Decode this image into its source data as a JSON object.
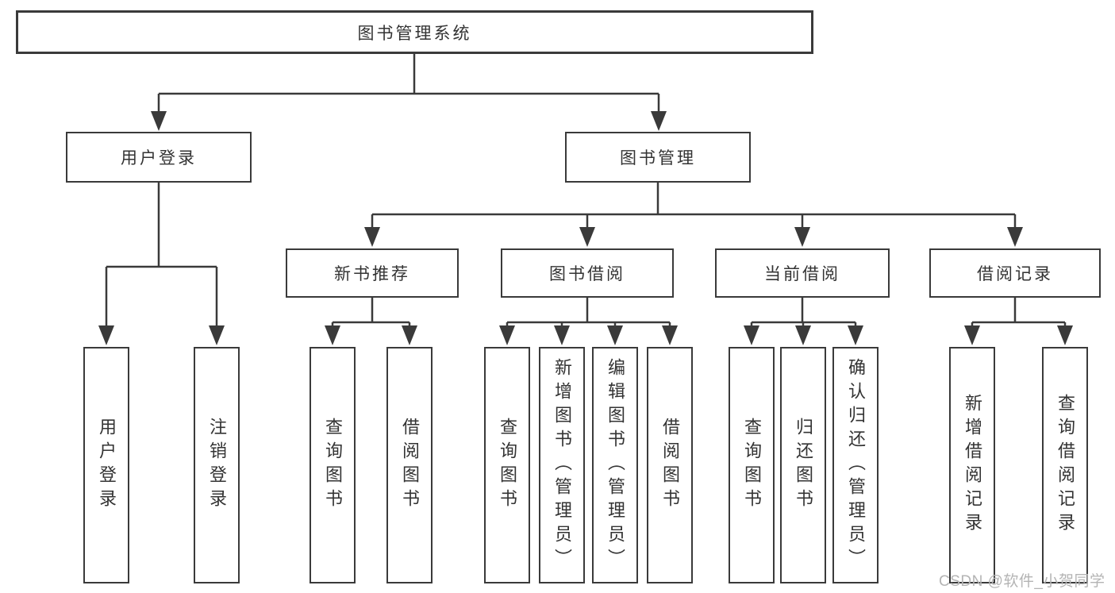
{
  "diagram": {
    "type": "hierarchy-tree",
    "nodes": {
      "root": {
        "label": "图书管理系统"
      },
      "level2": [
        {
          "label": "用户登录"
        },
        {
          "label": "图书管理"
        }
      ],
      "level3": [
        {
          "label": "新书推荐",
          "parent": "图书管理"
        },
        {
          "label": "图书借阅",
          "parent": "图书管理"
        },
        {
          "label": "当前借阅",
          "parent": "图书管理"
        },
        {
          "label": "借阅记录",
          "parent": "图书管理"
        }
      ],
      "leaves": [
        {
          "label": "用户登录",
          "parent": "用户登录"
        },
        {
          "label": "注销登录",
          "parent": "用户登录"
        },
        {
          "label": "查询图书",
          "parent": "新书推荐"
        },
        {
          "label": "借阅图书",
          "parent": "新书推荐"
        },
        {
          "label": "查询图书",
          "parent": "图书借阅"
        },
        {
          "label": "新增图书（管理员）",
          "parent": "图书借阅"
        },
        {
          "label": "编辑图书（管理员）",
          "parent": "图书借阅"
        },
        {
          "label": "借阅图书",
          "parent": "图书借阅"
        },
        {
          "label": "查询图书",
          "parent": "当前借阅"
        },
        {
          "label": "归还图书",
          "parent": "当前借阅"
        },
        {
          "label": "确认归还（管理员）",
          "parent": "当前借阅"
        },
        {
          "label": "新增借阅记录",
          "parent": "借阅记录"
        },
        {
          "label": "查询借阅记录",
          "parent": "借阅记录"
        }
      ]
    },
    "colors": {
      "line": "#3a3a3a",
      "box_border": "#3a3a3a",
      "box_fill": "#ffffff",
      "text": "#333333",
      "background": "#ffffff"
    }
  },
  "watermark": {
    "text": "CSDN @软件_小贺同学",
    "color": "#b4b4b4"
  }
}
